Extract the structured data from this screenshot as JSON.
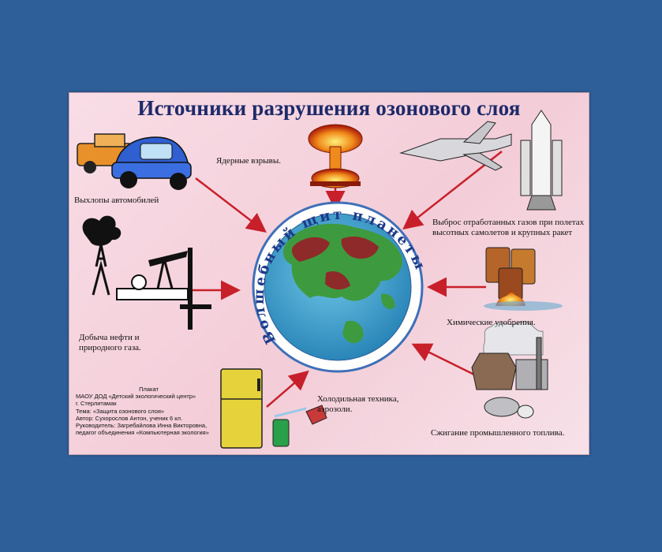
{
  "poster": {
    "title": "Источники разрушения озонового слоя",
    "ring_text": "Волшебный щит планеты",
    "labels": {
      "car_exhaust": "Выхлопы автомобилей",
      "nuclear": "Ядерные взрывы.",
      "aviation_line1": "Выброс отработанных газов при полетах",
      "aviation_line2": "высотных самолетов и крупных ракет",
      "oil_line1": "Добыча нефти и",
      "oil_line2": "природного газа.",
      "fertilizer": "Химические удобрения.",
      "fridge_line1": "Холодильная техника,",
      "fridge_line2": "аэрозоли.",
      "fuel": "Сжигание промышленного топлива."
    },
    "credits": {
      "head": "Плакат",
      "lines": [
        "МАОУ ДОД «Детский экологический центр»",
        "г. Стерлитамак",
        "Тема: «Защита озонового слоя»",
        "Автор: Сухорослов Антон, ученик 6 кл.",
        "Руководитель: Загребайлова Инна Викторовна,",
        "педагог объединения «Компьютерная экология»"
      ]
    }
  },
  "colors": {
    "background": "#2f5f98",
    "title": "#1e2a6a",
    "arrow": "#c8202a",
    "ocean": "#3aa0c8",
    "land": "#3e9a3e",
    "desert": "#8e2a2a"
  }
}
